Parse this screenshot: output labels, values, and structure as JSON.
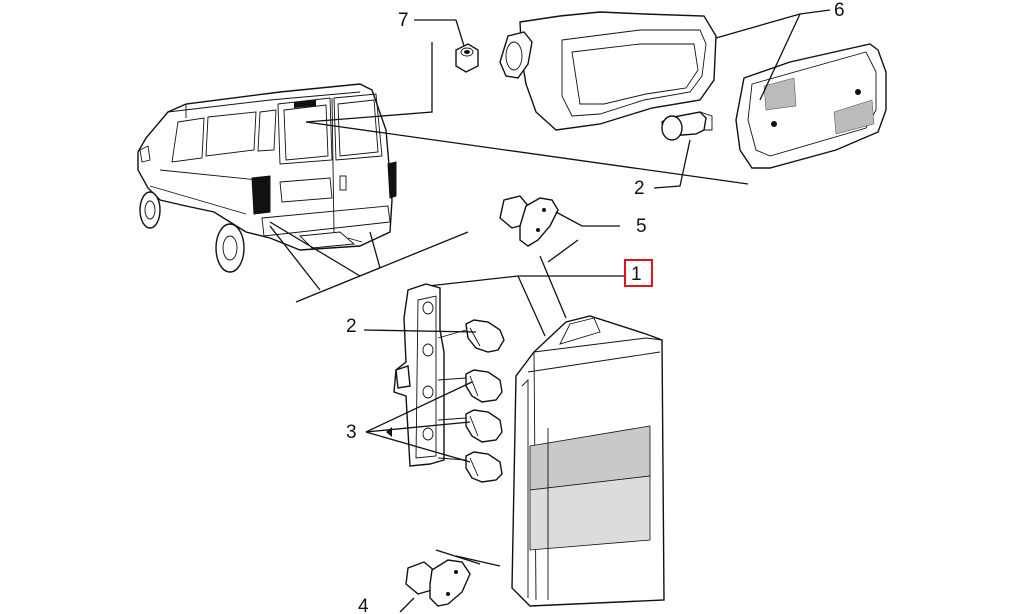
{
  "diagram": {
    "highlight_color": "#e0141e",
    "callouts": [
      {
        "id": "1",
        "label": "1",
        "part": "rear-lamp-assembly",
        "highlighted": true
      },
      {
        "id": "2a",
        "label": "2",
        "part": "marker-lamp-bulb"
      },
      {
        "id": "2b",
        "label": "2",
        "part": "tail-lamp-bulb"
      },
      {
        "id": "3",
        "label": "3",
        "part": "rear-lamp-bulbs"
      },
      {
        "id": "4",
        "label": "4",
        "part": "lower-bulb-socket"
      },
      {
        "id": "5",
        "label": "5",
        "part": "upper-bulb-socket"
      },
      {
        "id": "6",
        "label": "6",
        "part": "third-brake-light-lens"
      },
      {
        "id": "7",
        "label": "7",
        "part": "nut"
      }
    ]
  }
}
